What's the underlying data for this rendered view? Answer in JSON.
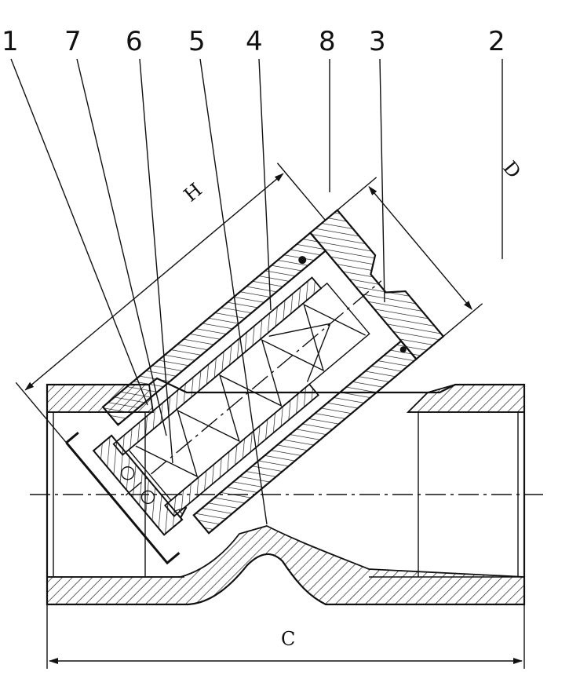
{
  "labels": {
    "part_1": "1",
    "part_7": "7",
    "part_6": "6",
    "part_5": "5",
    "part_4": "4",
    "part_8": "8",
    "part_3": "3",
    "part_2": "2"
  },
  "dimensions": {
    "height": "H",
    "diameter": "D",
    "length": "C"
  },
  "annotations": {
    "arrow": "A"
  }
}
